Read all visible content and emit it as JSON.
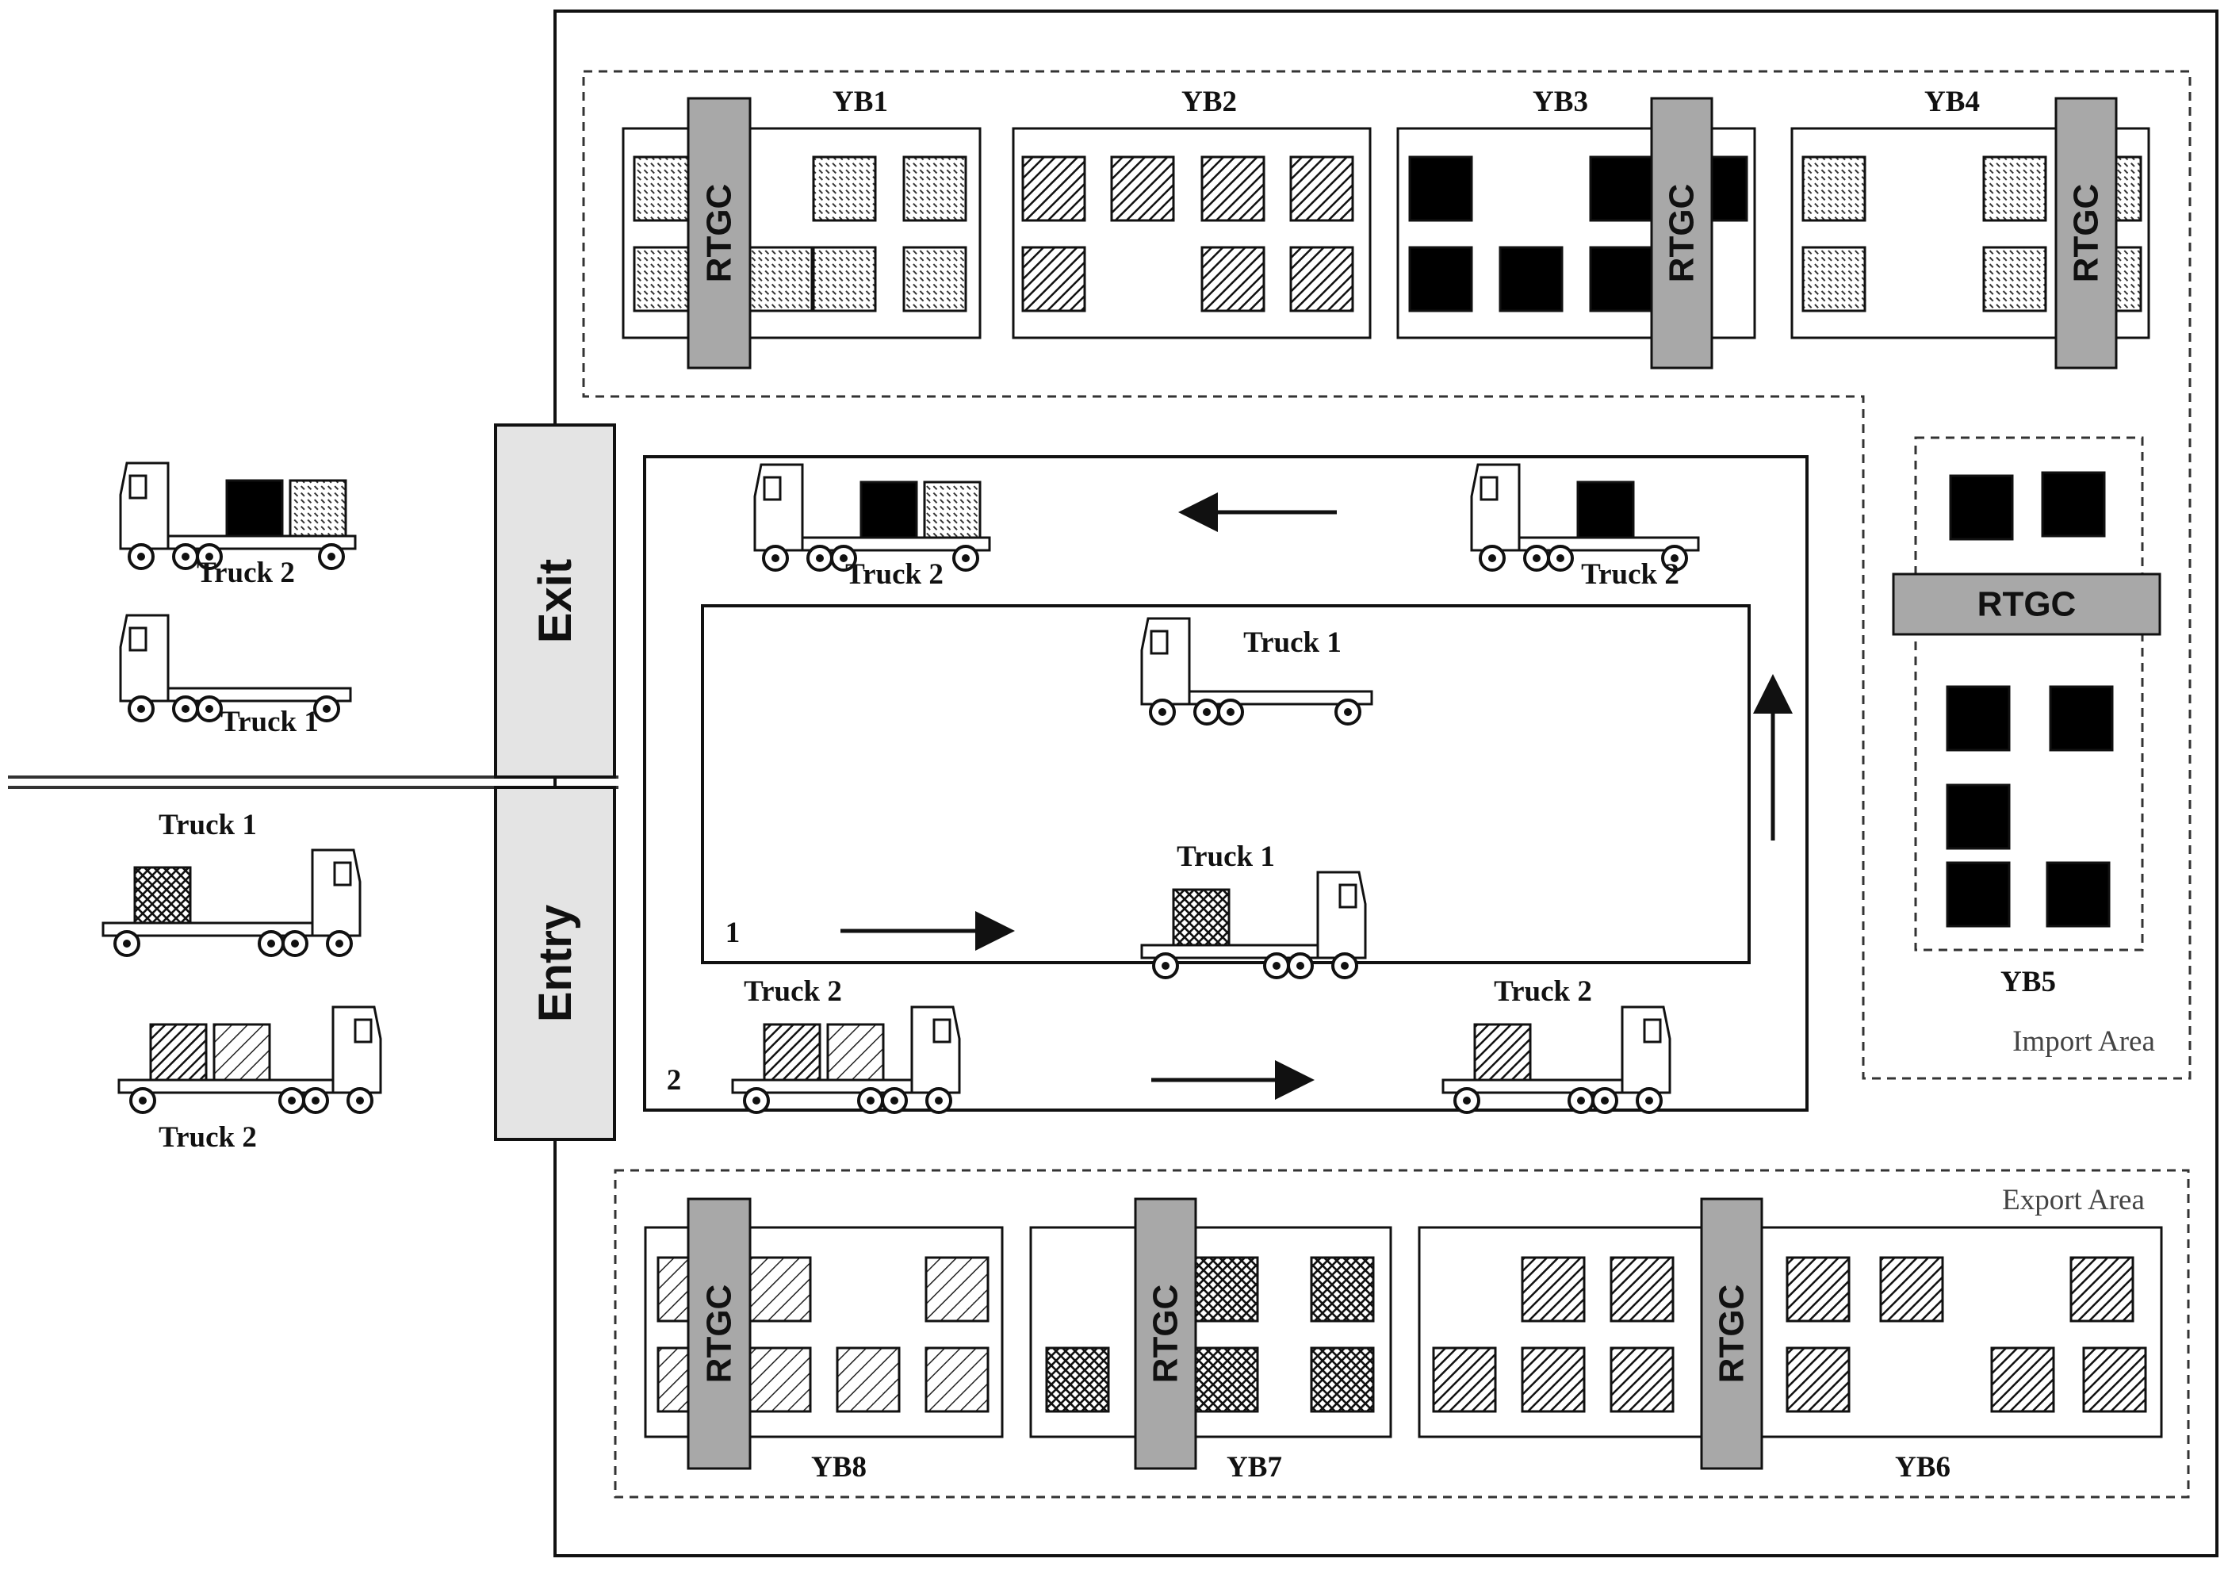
{
  "yard_blocks": {
    "yb1": "YB1",
    "yb2": "YB2",
    "yb3": "YB3",
    "yb4": "YB4",
    "yb5": "YB5",
    "yb6": "YB6",
    "yb7": "YB7",
    "yb8": "YB8"
  },
  "crane_label": "RTGC",
  "gates": {
    "exit": "Exit",
    "entry": "Entry"
  },
  "areas": {
    "import": "Import Area",
    "export": "Export Area"
  },
  "trucks": {
    "truck1": "Truck 1",
    "truck2": "Truck 2"
  },
  "lanes": {
    "lane1": "1",
    "lane2": "2"
  },
  "container_types": [
    "dotted",
    "solid-black",
    "dense-hatch",
    "crosshatch",
    "light-hatch"
  ],
  "colors": {
    "crane_fill": "#a8a8a8",
    "gate_fill": "#e4e4e4",
    "container_black": "#000000",
    "outline": "#111111"
  }
}
